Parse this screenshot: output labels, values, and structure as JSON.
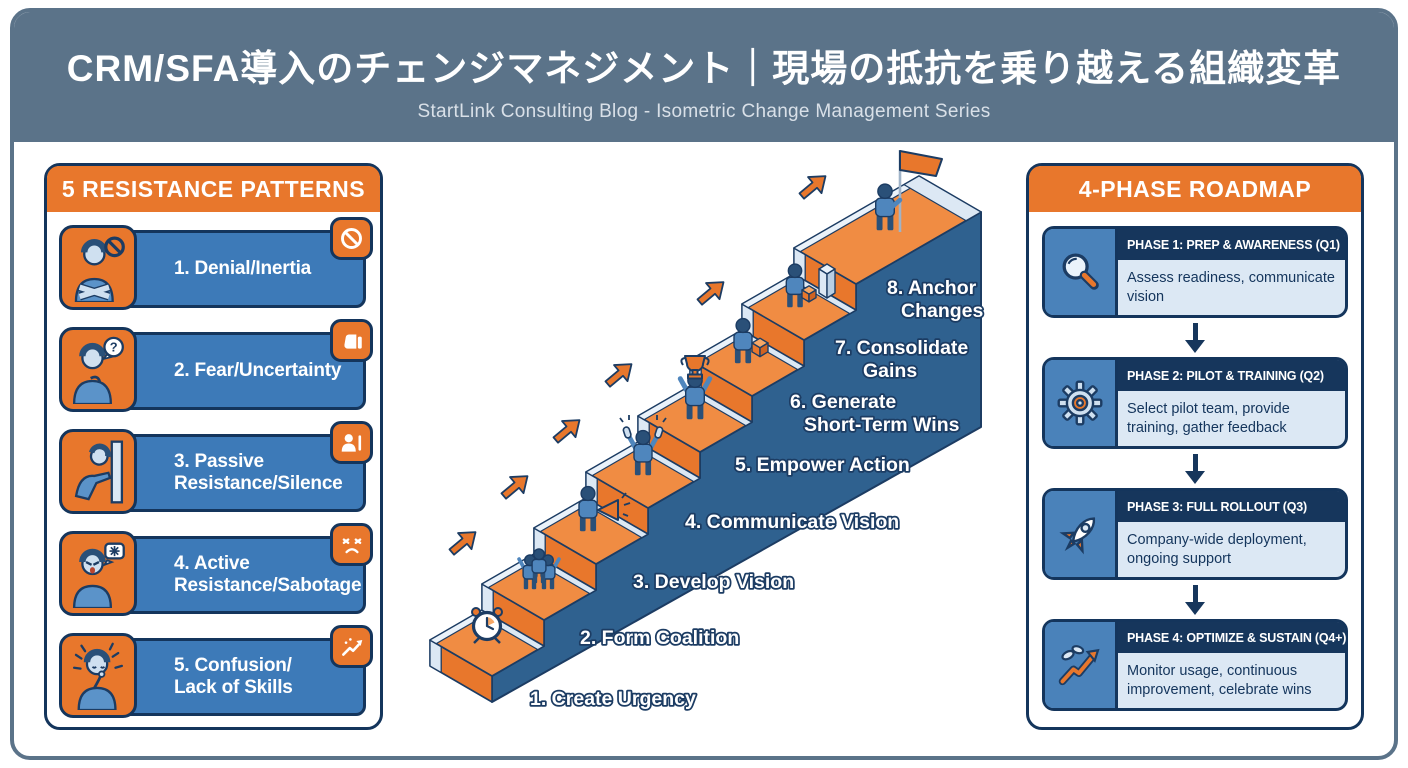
{
  "header": {
    "title": "CRM/SFA導入のチェンジマネジメント｜現場の抵抗を乗り越える組織変革",
    "subtitle": "StartLink Consulting Blog - Isometric Change Management Series"
  },
  "resistance_panel": {
    "title": "5 RESISTANCE PATTERNS",
    "items": [
      {
        "lines": [
          "1. Denial/Inertia"
        ],
        "tile_icon": "denial-person-icon",
        "badge_icon": "no-entry-icon"
      },
      {
        "lines": [
          "2. Fear/Uncertainty"
        ],
        "tile_icon": "fear-person-icon",
        "badge_icon": "thumbs-down-icon"
      },
      {
        "lines": [
          "3. Passive",
          "Resistance/Silence"
        ],
        "tile_icon": "passive-person-icon",
        "badge_icon": "silence-icon"
      },
      {
        "lines": [
          "4. Active",
          "Resistance/Sabotage"
        ],
        "tile_icon": "active-person-icon",
        "badge_icon": "angry-face-icon"
      },
      {
        "lines": [
          "5. Confusion/",
          "Lack of Skills"
        ],
        "tile_icon": "confusion-person-icon",
        "badge_icon": "skill-gap-icon"
      }
    ]
  },
  "staircase": {
    "steps": [
      {
        "num": 1,
        "label_lines": [
          "1. Create Urgency"
        ],
        "figure": "alarm-clock"
      },
      {
        "num": 2,
        "label_lines": [
          "2. Form Coalition"
        ],
        "figure": "team-huddle"
      },
      {
        "num": 3,
        "label_lines": [
          "3. Develop Vision"
        ],
        "figure": "megaphone-person"
      },
      {
        "num": 4,
        "label_lines": [
          "4. Communicate Vision"
        ],
        "figure": "chain-break-person"
      },
      {
        "num": 5,
        "label_lines": [
          "5. Empower Action"
        ],
        "figure": "trophy-person"
      },
      {
        "num": 6,
        "label_lines": [
          "6. Generate",
          "Short-Term Wins"
        ],
        "figure": "box-carry-person"
      },
      {
        "num": 7,
        "label_lines": [
          "7. Consolidate",
          "Gains"
        ],
        "figure": "box-stack-person"
      },
      {
        "num": 8,
        "label_lines": [
          "8. Anchor",
          "Changes"
        ],
        "figure": "flag-person"
      }
    ]
  },
  "roadmap_panel": {
    "title": "4-PHASE ROADMAP",
    "phases": [
      {
        "header": "PHASE 1: PREP & AWARENESS (Q1)",
        "body": "Assess readiness, communicate vision",
        "icon": "magnifier-icon"
      },
      {
        "header": "PHASE 2: PILOT & TRAINING (Q2)",
        "body": "Select pilot team, provide training, gather feedback",
        "icon": "gear-icon"
      },
      {
        "header": "PHASE 3: FULL ROLLOUT (Q3)",
        "body": "Company-wide deployment, ongoing support",
        "icon": "rocket-icon"
      },
      {
        "header": "PHASE 4: OPTIMIZE & SUSTAIN (Q4+)",
        "body": "Monitor usage, continuous improvement, celebrate wins",
        "icon": "growth-icon"
      }
    ]
  },
  "colors": {
    "slate": "#5B7389",
    "orange": "#E8772C",
    "orange_top": "#F08C43",
    "orange_dark": "#CF6322",
    "navy": "#1C3C63",
    "panel_border": "#14355C",
    "card_blue": "#3D7AB8",
    "tile_blue": "#4A82BA",
    "mass_blue": "#2F618F",
    "light_face": "#DCE8F4",
    "lighter_face": "#EAF2FA",
    "phase_head": "#16365C",
    "person_shirt": "#4F86BD",
    "person_dark": "#2A5078"
  }
}
